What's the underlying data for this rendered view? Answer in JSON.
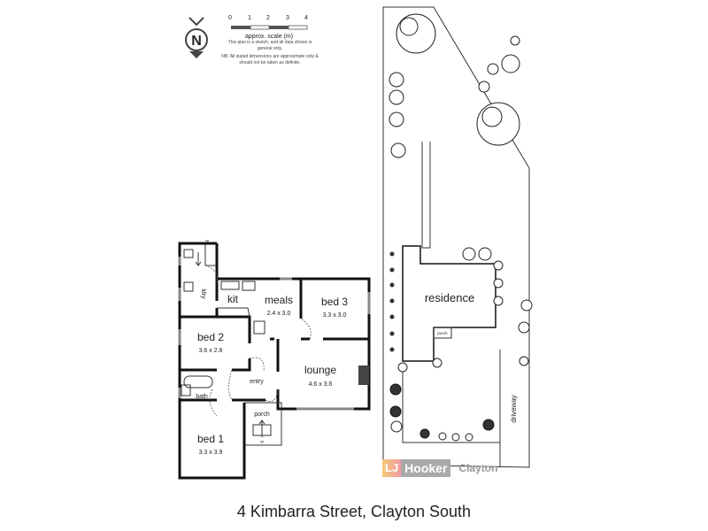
{
  "address": "4 Kimbarra Street, Clayton South",
  "legend": {
    "compass_letter": "N",
    "scale_ticks": [
      "0",
      "1",
      "2",
      "3",
      "4"
    ],
    "scale_label": "approx. scale (m)",
    "note_1": "This plan is a sketch, and all data shown is general only.",
    "note_2": "NB: All stated dimensions are approximate only & should not be taken as definite."
  },
  "floor_plan": {
    "rooms": {
      "kit": {
        "name": "kit"
      },
      "ldry": {
        "name": "ldry"
      },
      "meals": {
        "name": "meals",
        "size": "2.4 x 3.0"
      },
      "bed3": {
        "name": "bed 3",
        "size": "3.3 x 3.0"
      },
      "bed2": {
        "name": "bed 2",
        "size": "3.6 x 2.8"
      },
      "lounge": {
        "name": "lounge",
        "size": "4.6 x 3.6"
      },
      "entry": {
        "name": "entry"
      },
      "bath": {
        "name": "bath"
      },
      "porch": {
        "name": "porch"
      },
      "bed1": {
        "name": "bed 1",
        "size": "3.3 x 3.9"
      }
    },
    "stairs_up_1": "up",
    "stairs_up_2": "up"
  },
  "site_plan": {
    "residence": "residence",
    "porch": "porch",
    "driveway": "driveway"
  },
  "branding": {
    "logo_part_1": "LJ",
    "logo_part_2": "Hooker",
    "office": "Clayton",
    "colors": {
      "logo_gradient_start": "#f7c97a",
      "logo_gradient_end": "#f19aa0",
      "logo_grey": "#a9a9a9"
    }
  }
}
